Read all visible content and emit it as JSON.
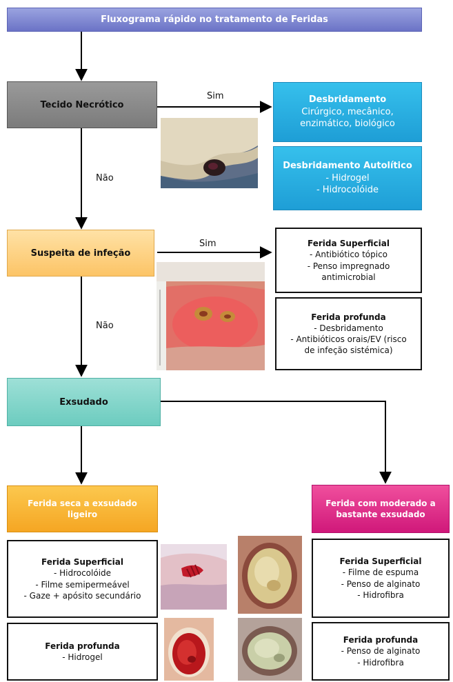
{
  "header": {
    "title": "Fluxograma rápido no tratamento de Feridas"
  },
  "labels": {
    "sim": "Sim",
    "nao": "Não"
  },
  "nodes": {
    "tecido": "Tecido Necrótico",
    "infecao": "Suspeita de infeção",
    "exsudado": "Exsudado",
    "seca": {
      "l1": "Ferida seca a exsudado",
      "l2": "ligeiro"
    },
    "moderado": {
      "l1": "Ferida com moderado a",
      "l2": "bastante exsudado"
    }
  },
  "desbridamento": {
    "title": "Desbridamento",
    "l1": "Cirúrgico, mecânico,",
    "l2": "enzimático, biológico"
  },
  "autolitico": {
    "title": "Desbridamento Autolítico",
    "l1": "- Hidrogel",
    "l2": "- Hidrocolóide"
  },
  "inf_superficial": {
    "title": "Ferida Superficial",
    "l1": "- Antibiótico tópico",
    "l2": "- Penso impregnado",
    "l3": "antimicrobial"
  },
  "inf_profunda": {
    "title": "Ferida profunda",
    "l1": "- Desbridamento",
    "l2": "- Antibióticos orais/EV (risco",
    "l3": "de infeção sistémica)"
  },
  "seca_superficial": {
    "title": "Ferida Superficial",
    "l1": "- Hidrocolóide",
    "l2": "- Filme semipermeável",
    "l3": "- Gaze + apósito secundário"
  },
  "seca_profunda": {
    "title": "Ferida profunda",
    "l1": "- Hidrogel"
  },
  "mod_superficial": {
    "title": "Ferida Superficial",
    "l1": "- Filme de espuma",
    "l2": "- Penso de alginato",
    "l3": "- Hidrofibra"
  },
  "mod_profunda": {
    "title": "Ferida profunda",
    "l1": "- Penso de alginato",
    "l2": "- Hidrofibra"
  },
  "colors": {
    "header_top": "#9aa3e0",
    "header_bottom": "#6b73c6",
    "necrotico_top": "#9a9a9a",
    "necrotico_bottom": "#7b7b7b",
    "infecao_top": "#ffe2a6",
    "infecao_bottom": "#fcc466",
    "exsudado_top": "#9ee0d7",
    "exsudado_bottom": "#6cccbf",
    "seca_top": "#fcc84e",
    "seca_bottom": "#f5a623",
    "moderado_top": "#f04f9d",
    "moderado_bottom": "#d0187a",
    "blue_top": "#36c0ec",
    "blue_bottom": "#1e9ed6"
  }
}
